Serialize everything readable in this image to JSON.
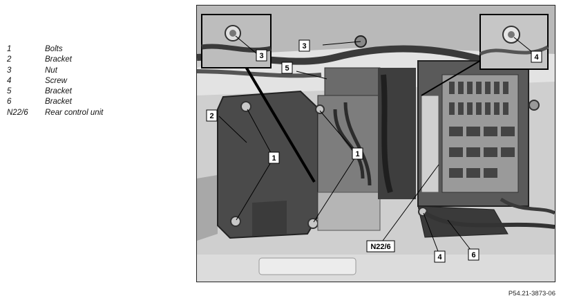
{
  "legend": [
    {
      "key": "1",
      "label": "Bolts"
    },
    {
      "key": "2",
      "label": "Bracket"
    },
    {
      "key": "3",
      "label": "Nut"
    },
    {
      "key": "4",
      "label": "Screw"
    },
    {
      "key": "5",
      "label": "Bracket"
    },
    {
      "key": "6",
      "label": "Bracket"
    },
    {
      "key": "N22/6",
      "label": "Rear control unit"
    }
  ],
  "callouts": {
    "c1a": "1",
    "c1b": "1",
    "c2": "2",
    "c3a": "3",
    "c3b": "3",
    "c4a": "4",
    "c4b": "4",
    "c5": "5",
    "c6": "6",
    "cN": "N22/6"
  },
  "figure_code": "P54.21-3873-06"
}
